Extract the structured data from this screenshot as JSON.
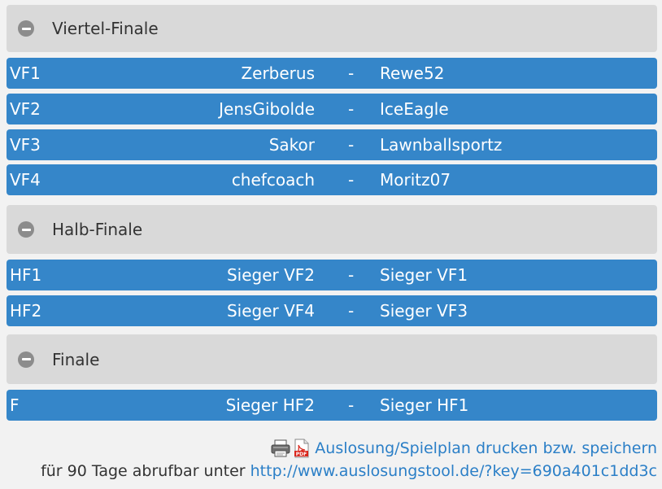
{
  "sections": [
    {
      "title": "Viertel-Finale",
      "matches": [
        {
          "id": "VF1",
          "home": "Zerberus",
          "sep": "-",
          "away": "Rewe52"
        },
        {
          "id": "VF2",
          "home": "JensGibolde",
          "sep": "-",
          "away": "IceEagle"
        },
        {
          "id": "VF3",
          "home": "Sakor",
          "sep": "-",
          "away": "Lawnballsportz"
        },
        {
          "id": "VF4",
          "home": "chefcoach",
          "sep": "-",
          "away": "Moritz07"
        }
      ]
    },
    {
      "title": "Halb-Finale",
      "matches": [
        {
          "id": "HF1",
          "home": "Sieger VF2",
          "sep": "-",
          "away": "Sieger VF1"
        },
        {
          "id": "HF2",
          "home": "Sieger VF4",
          "sep": "-",
          "away": "Sieger VF3"
        }
      ]
    },
    {
      "title": "Finale",
      "matches": [
        {
          "id": "F",
          "home": "Sieger HF2",
          "sep": "-",
          "away": "Sieger HF1"
        }
      ]
    }
  ],
  "footer": {
    "print_link": "Auslosung/Spielplan drucken bzw. speichern",
    "availability_text": "für 90 Tage abrufbar unter",
    "url": "http://www.auslosungstool.de/?key=690a401c1dd3c"
  },
  "colors": {
    "row": "#3586c9",
    "header": "#d9d9d9",
    "link": "#2b7fc7"
  },
  "icons": [
    "collapse-icon",
    "printer-icon",
    "pdf-icon"
  ]
}
